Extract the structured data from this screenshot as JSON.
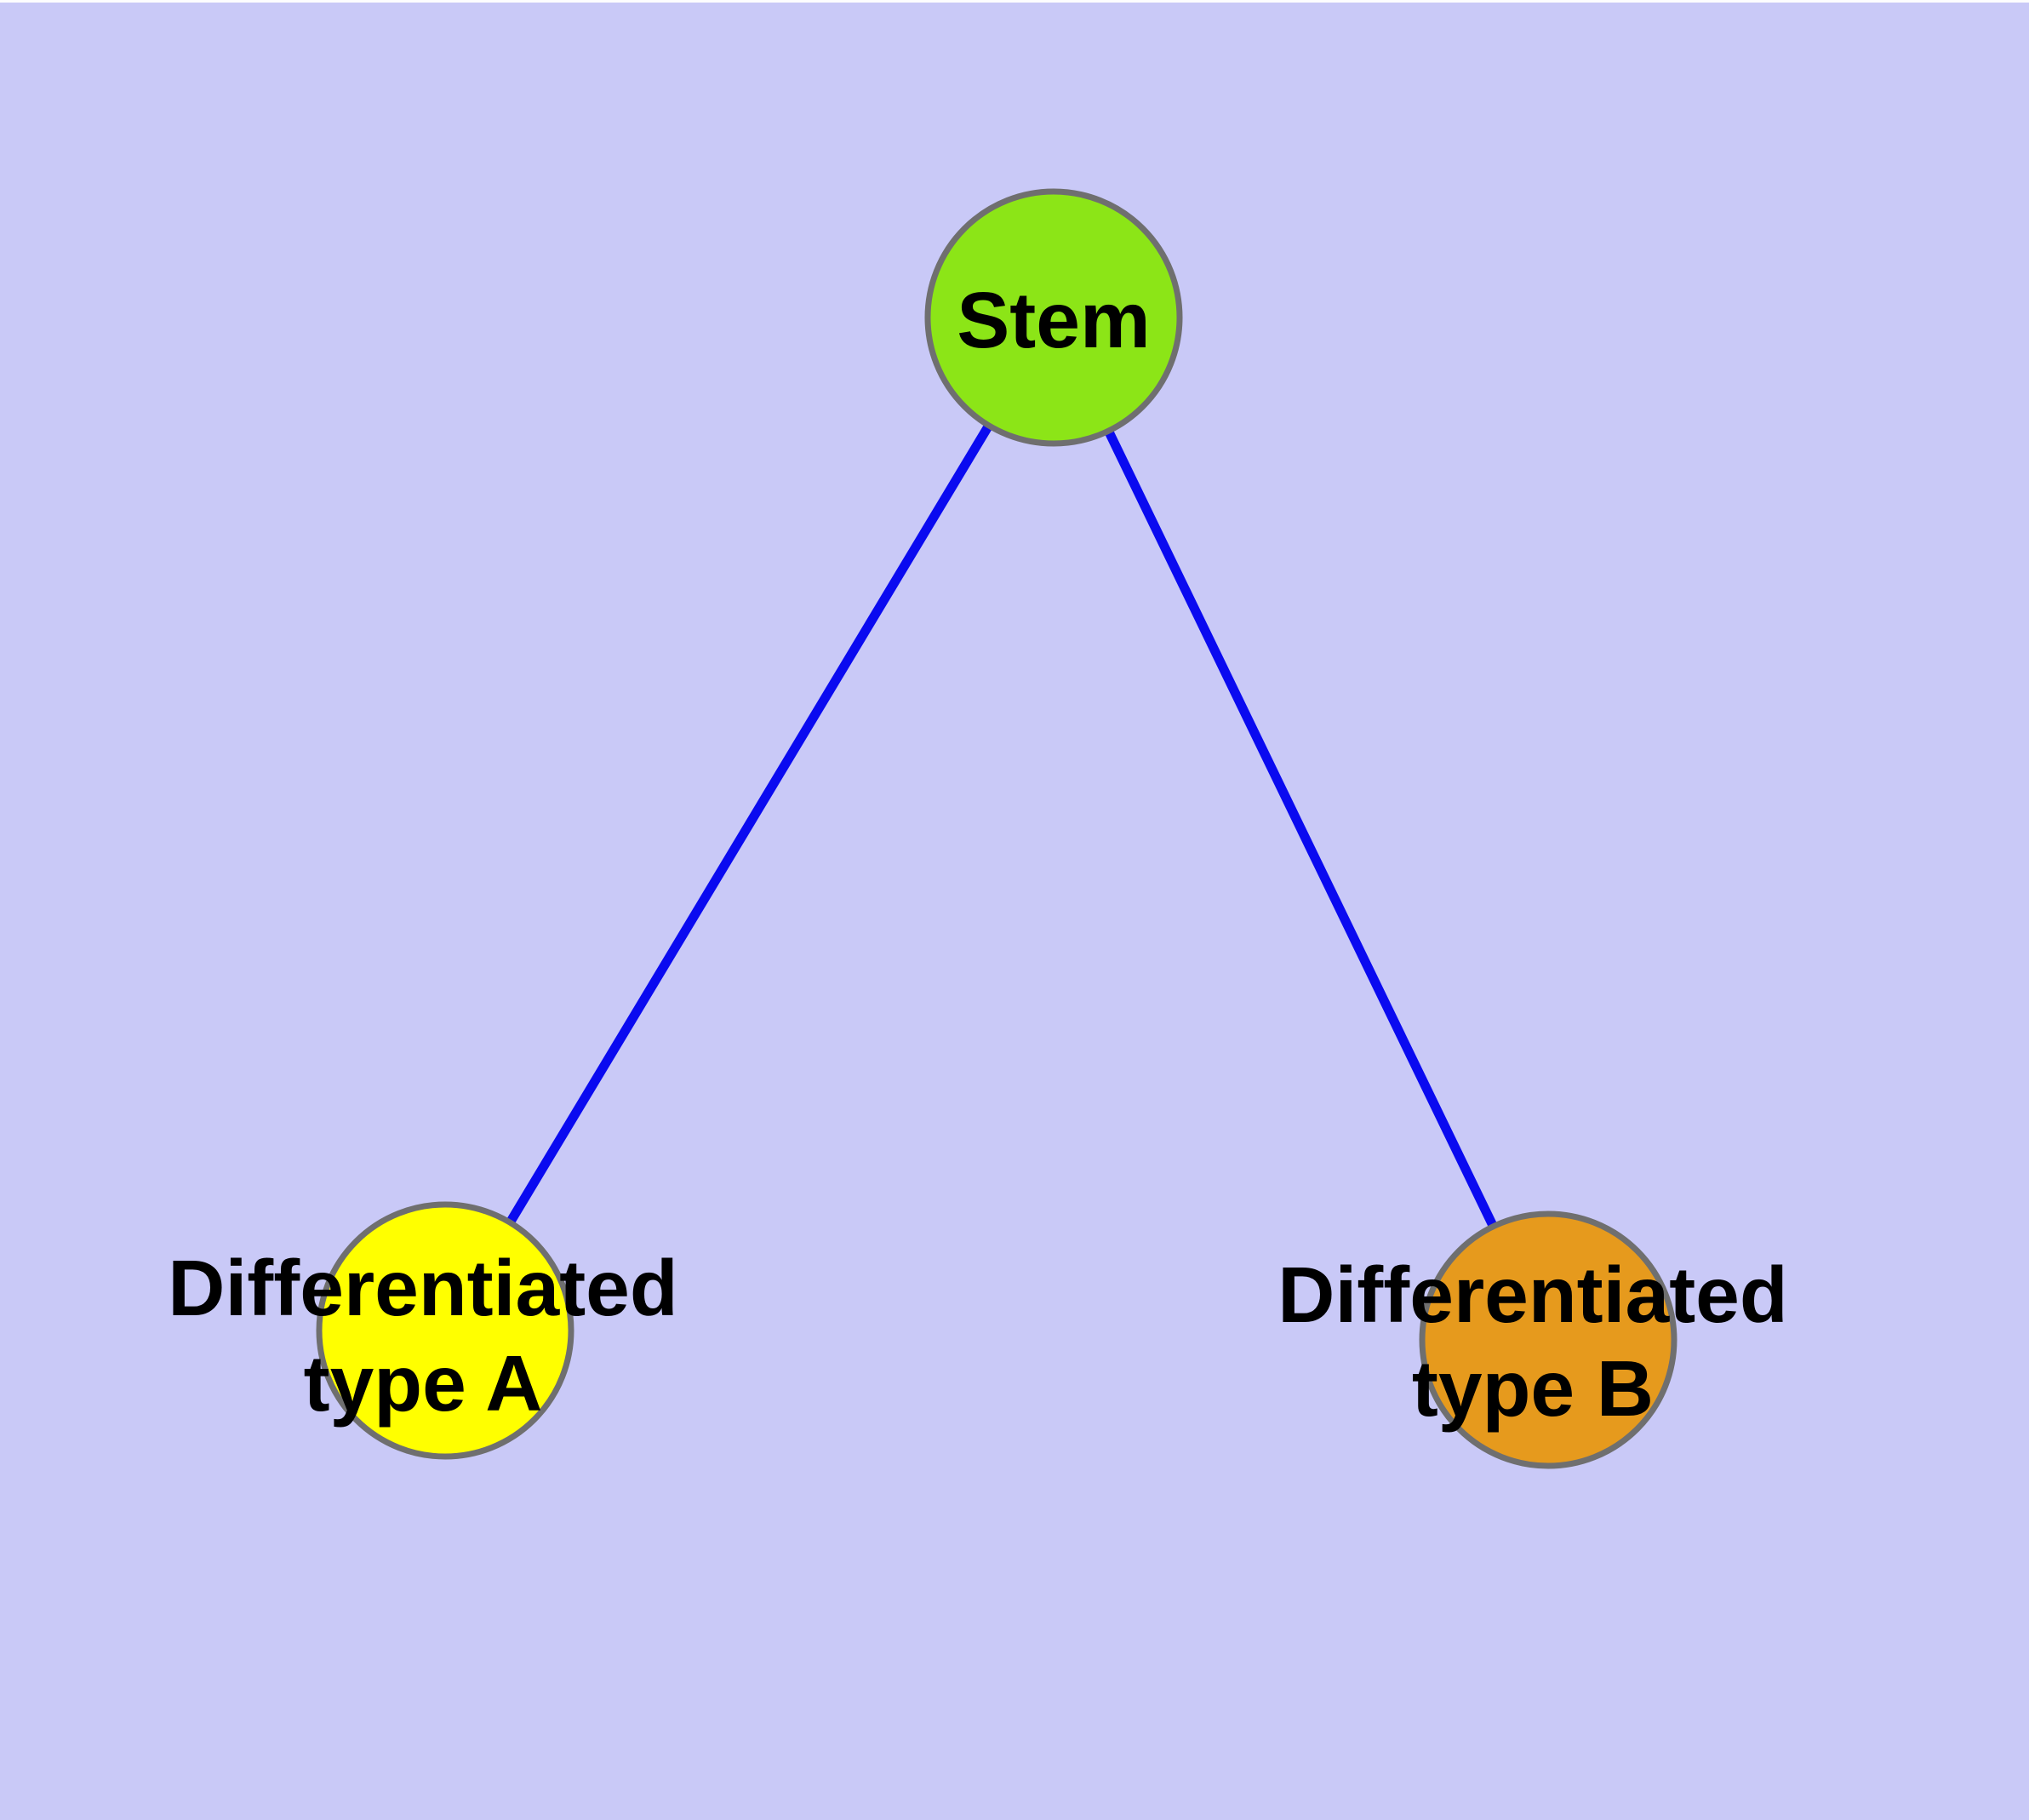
{
  "diagram": {
    "type": "node-link-graph",
    "background_color": "#C9C9F7",
    "top_margin_color": "#FDFDFE",
    "edge_color": "#0A0AF0",
    "node_border_color": "#6F6F6F",
    "text_color": "#000000",
    "nodes": {
      "stem": {
        "label": "Stem",
        "fill": "#8CE517"
      },
      "type_a": {
        "label_line1": "Differentiated",
        "label_line2": "type A",
        "fill": "#FFFF00"
      },
      "type_b": {
        "label_line1": "Differentiated",
        "label_line2": "type B",
        "fill": "#E69A1D"
      }
    },
    "edges": [
      {
        "from": "stem",
        "to": "type_a"
      },
      {
        "from": "stem",
        "to": "type_b"
      }
    ]
  }
}
